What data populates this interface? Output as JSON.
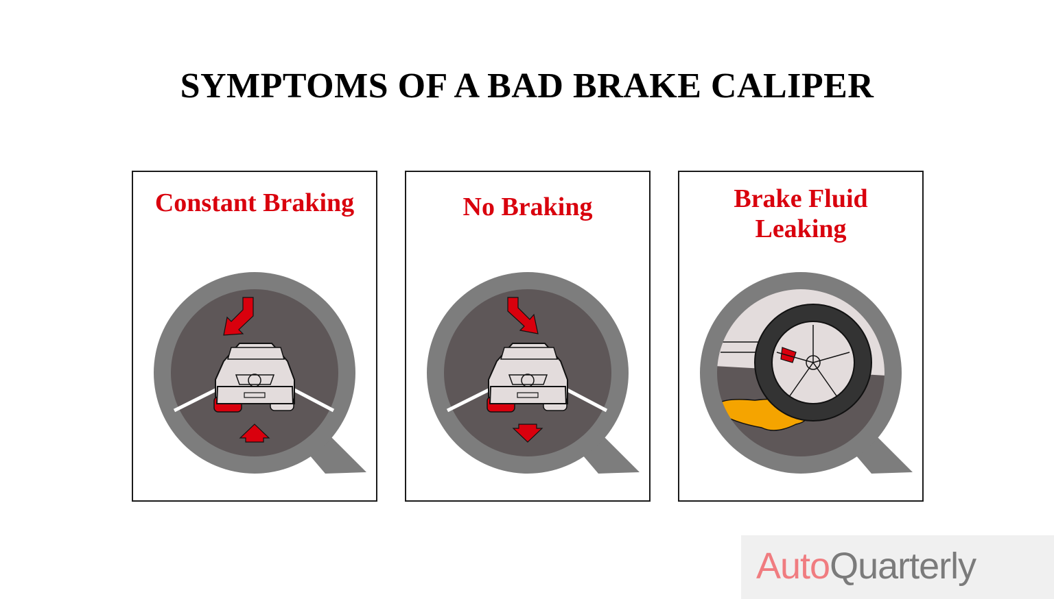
{
  "title": "SYMPTOMS OF A BAD BRAKE CALIPER",
  "colors": {
    "accent_red": "#d9000d",
    "lens_ring": "#7d7d7d",
    "lens_bg": "#5e5758",
    "car_body": "#e3dcdc",
    "fluid": "#f5a400",
    "logo_auto": "#f07c80",
    "logo_quarterly": "#7b7b7b"
  },
  "cards": [
    {
      "title_lines": [
        "Constant Braking"
      ],
      "icon": "car-constant-braking-magnifier-icon"
    },
    {
      "title_lines": [
        "No Braking"
      ],
      "icon": "car-no-braking-magnifier-icon"
    },
    {
      "title_lines": [
        "Brake Fluid",
        "Leaking"
      ],
      "icon": "wheel-fluid-leak-magnifier-icon"
    }
  ],
  "logo": {
    "part1": "Auto",
    "part2": "Quarterly",
    "icon": "wheel-icon"
  }
}
